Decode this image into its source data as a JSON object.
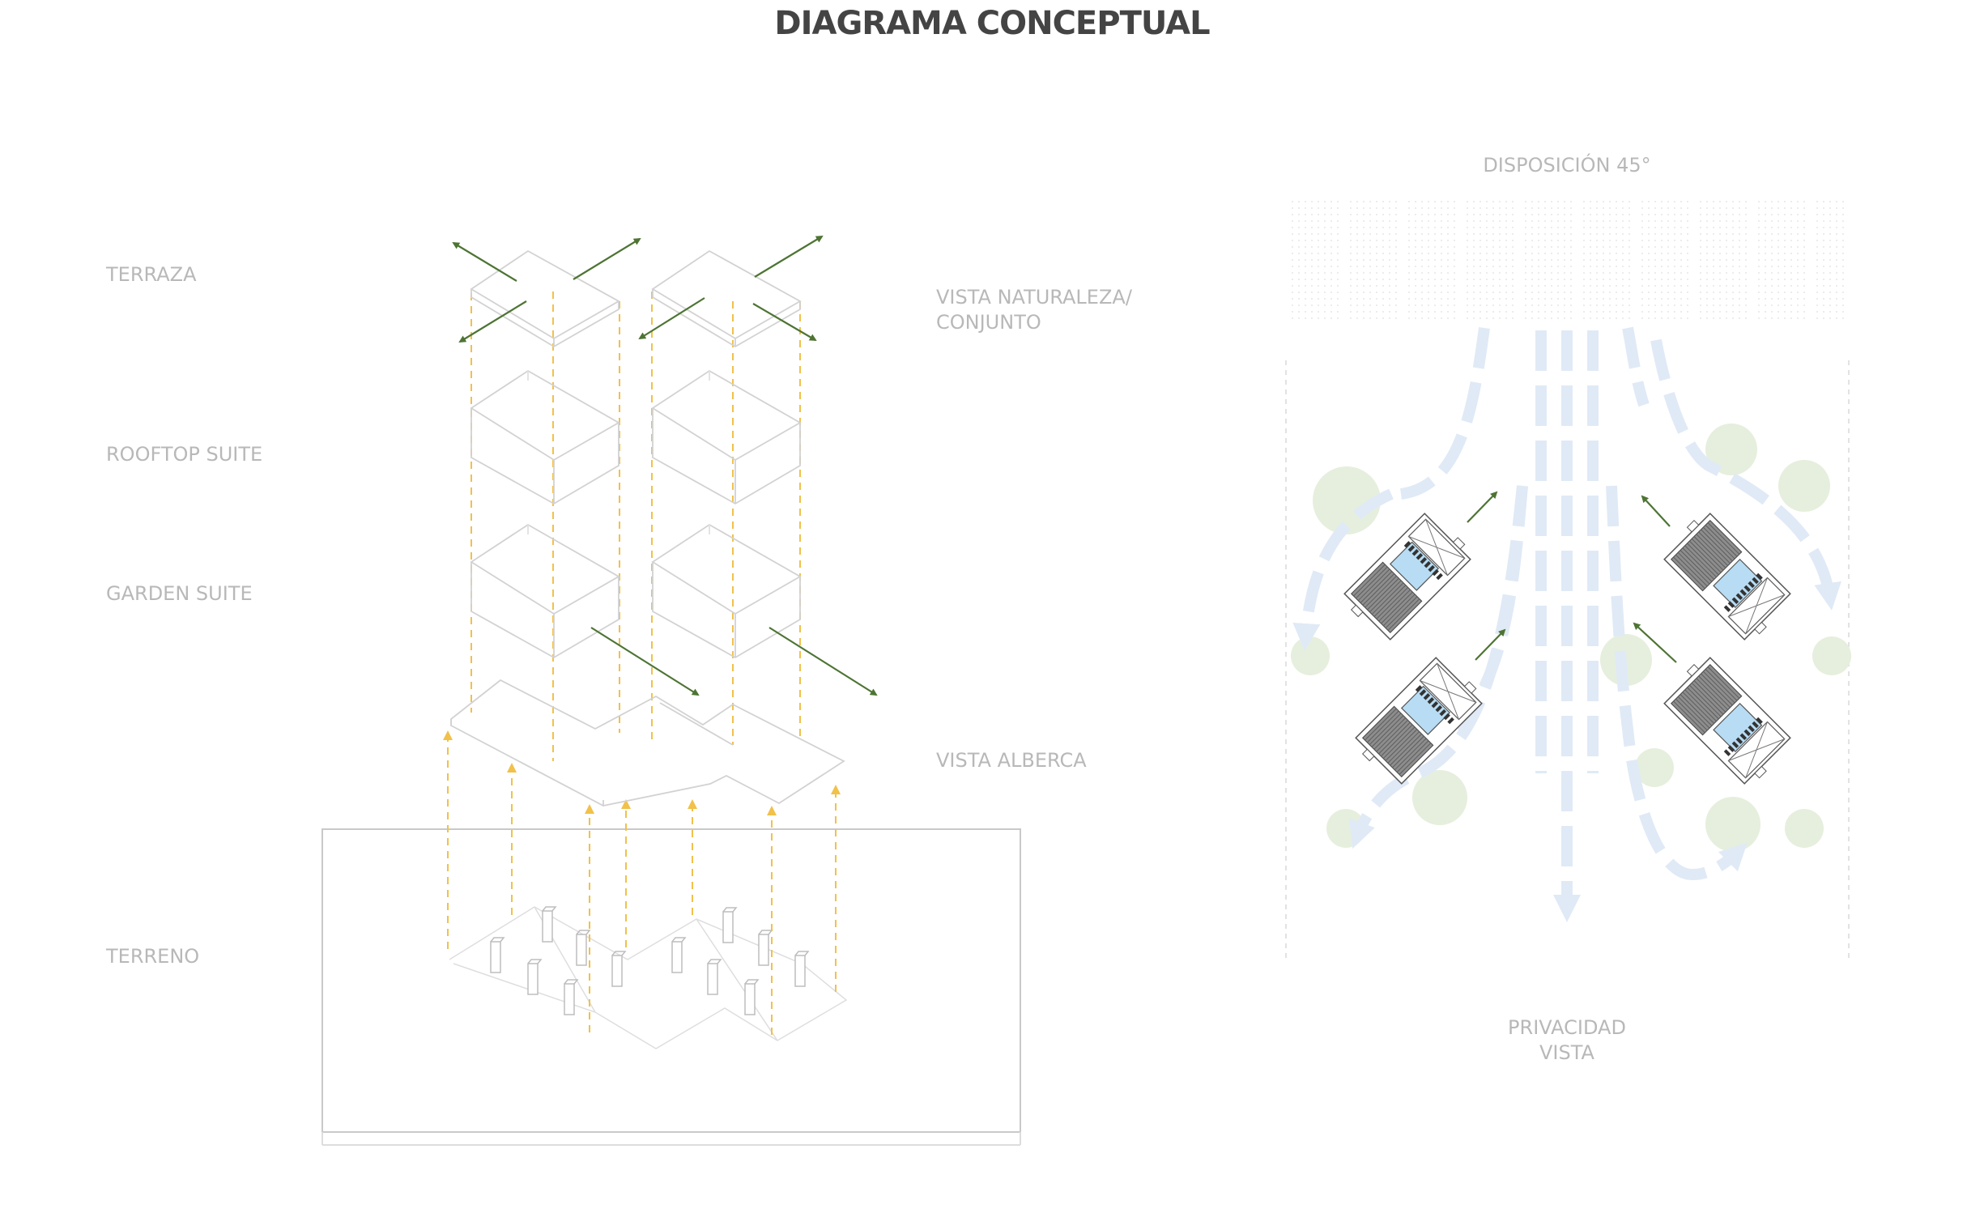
{
  "title": "DIAGRAMA CONCEPTUAL",
  "left_labels": {
    "terraza": "TERRAZA",
    "rooftop_suite": "ROOFTOP SUITE",
    "garden_suite": "GARDEN SUITE",
    "terreno": "TERRENO"
  },
  "right_labels": {
    "vista_naturaleza_1": "VISTA NATURALEZA/",
    "vista_naturaleza_2": "CONJUNTO",
    "vista_alberca": "VISTA ALBERCA"
  },
  "site_plan": {
    "disposicion": "DISPOSICIÓN 45°",
    "privacidad": "PRIVACIDAD",
    "vista": "VISTA"
  },
  "colors": {
    "line": "#cfcfcf",
    "guide": "#f1c14a",
    "green_arrow": "#4e7434",
    "wind": "#e0eaf6",
    "tree": "#e6efdd",
    "pool": "#b7dcf3",
    "title": "#444444"
  }
}
